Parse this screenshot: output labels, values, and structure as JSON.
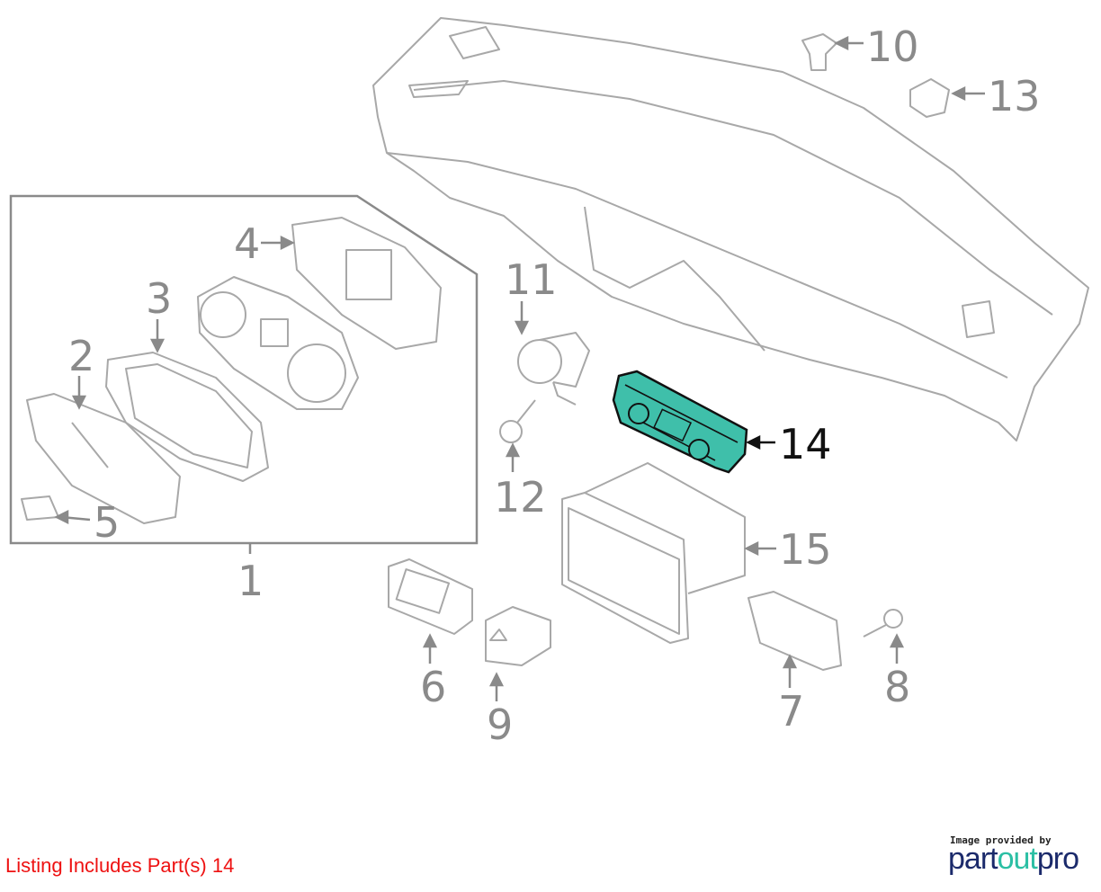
{
  "callouts": {
    "p1": "1",
    "p2": "2",
    "p3": "3",
    "p4": "4",
    "p5": "5",
    "p6": "6",
    "p7": "7",
    "p8": "8",
    "p9": "9",
    "p10": "10",
    "p11": "11",
    "p12": "12",
    "p13": "13",
    "p14": "14",
    "p15": "15"
  },
  "highlight_color": "#3fbfaa",
  "listing_text": "Listing Includes Part(s) 14",
  "credit": {
    "provided_by": "Image provided by",
    "logo_part1": "part",
    "logo_part2": "out",
    "logo_part3": "pro"
  }
}
